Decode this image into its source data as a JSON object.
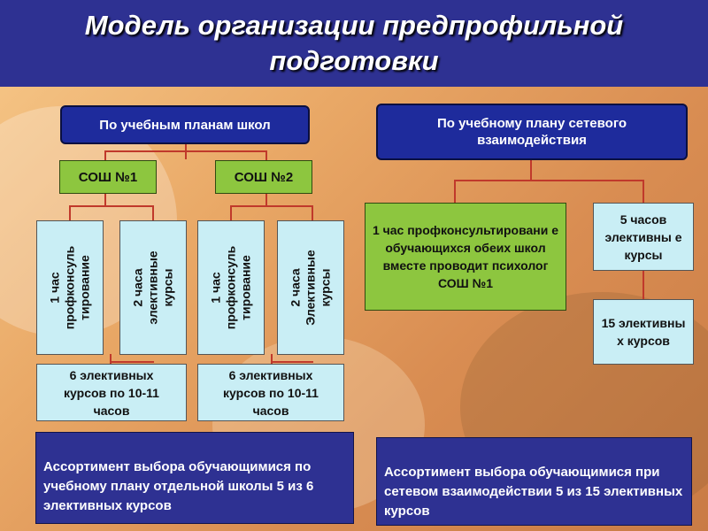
{
  "title": "Модель организации предпрофильной подготовки",
  "left_branch": {
    "header": "По учебным планам школ",
    "schools": [
      {
        "name": "СОШ №1",
        "courses": [
          {
            "text": "1 час\nпрофконсуль\nтирование"
          },
          {
            "text": "2 часа\nэлективные\nкурсы"
          }
        ],
        "summary": "6 элективных курсов по 10-11 часов"
      },
      {
        "name": "СОШ №2",
        "courses": [
          {
            "text": "1 час\nпрофконсуль\nтирование"
          },
          {
            "text": "2 часа\nЭлективные\nкурсы"
          }
        ],
        "summary": "6 элективных курсов по 10-11 часов"
      }
    ],
    "note": "Ассортимент выбора обучающимися по учебному плану отдельной школы 5 из 6 элективных курсов"
  },
  "right_branch": {
    "header": "По учебному плану сетевого взаимодействия",
    "consult": "1 час профконсультировани е обучающихся обеих школ вместе проводит психолог СОШ №1",
    "elective_hours": "5 часов элективны е курсы",
    "elective_count": "15 элективны х курсов",
    "note": "Ассортимент выбора обучающимися при сетевом взаимодействии 5 из 15 элективных курсов"
  },
  "colors": {
    "header_bg": "#2e3192",
    "node_navy": "#1e2b9c",
    "node_green": "#8dc63f",
    "node_cyan": "#c9eef5",
    "connector": "#c0392b"
  }
}
